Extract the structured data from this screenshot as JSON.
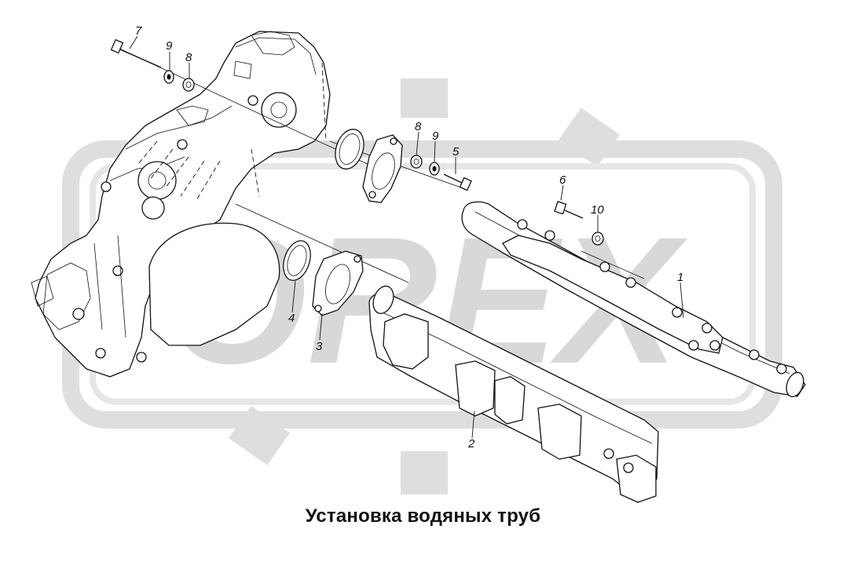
{
  "caption": "Установка водяных труб",
  "watermark": {
    "text": "OREX",
    "color": "#d8d8d8"
  },
  "callouts": [
    {
      "id": "1",
      "label": "1"
    },
    {
      "id": "2",
      "label": "2"
    },
    {
      "id": "3",
      "label": "3"
    },
    {
      "id": "4",
      "label": "4"
    },
    {
      "id": "5",
      "label": "5"
    },
    {
      "id": "6",
      "label": "6"
    },
    {
      "id": "7",
      "label": "7"
    },
    {
      "id": "8a",
      "label": "8"
    },
    {
      "id": "8b",
      "label": "8"
    },
    {
      "id": "9a",
      "label": "9"
    },
    {
      "id": "9b",
      "label": "9"
    },
    {
      "id": "10",
      "label": "10"
    }
  ]
}
